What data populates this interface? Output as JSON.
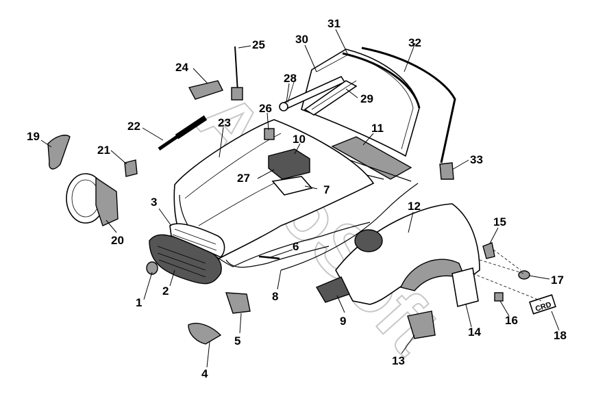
{
  "watermark": "AutoSoft",
  "plate_text": "CRD",
  "callouts": [
    {
      "id": "c1",
      "label": "1"
    },
    {
      "id": "c2",
      "label": "2"
    },
    {
      "id": "c3",
      "label": "3"
    },
    {
      "id": "c4",
      "label": "4"
    },
    {
      "id": "c5",
      "label": "5"
    },
    {
      "id": "c6",
      "label": "6"
    },
    {
      "id": "c7",
      "label": "7"
    },
    {
      "id": "c8",
      "label": "8"
    },
    {
      "id": "c9",
      "label": "9"
    },
    {
      "id": "c10",
      "label": "10"
    },
    {
      "id": "c11",
      "label": "11"
    },
    {
      "id": "c12",
      "label": "12"
    },
    {
      "id": "c13",
      "label": "13"
    },
    {
      "id": "c14",
      "label": "14"
    },
    {
      "id": "c15",
      "label": "15"
    },
    {
      "id": "c16",
      "label": "16"
    },
    {
      "id": "c17",
      "label": "17"
    },
    {
      "id": "c18",
      "label": "18"
    },
    {
      "id": "c19",
      "label": "19"
    },
    {
      "id": "c20",
      "label": "20"
    },
    {
      "id": "c21",
      "label": "21"
    },
    {
      "id": "c22",
      "label": "22"
    },
    {
      "id": "c23",
      "label": "23"
    },
    {
      "id": "c24",
      "label": "24"
    },
    {
      "id": "c25",
      "label": "25"
    },
    {
      "id": "c26",
      "label": "26"
    },
    {
      "id": "c27",
      "label": "27"
    },
    {
      "id": "c28",
      "label": "28"
    },
    {
      "id": "c29",
      "label": "29"
    },
    {
      "id": "c30",
      "label": "30"
    },
    {
      "id": "c31",
      "label": "31"
    },
    {
      "id": "c32",
      "label": "32"
    },
    {
      "id": "c33",
      "label": "33"
    }
  ]
}
